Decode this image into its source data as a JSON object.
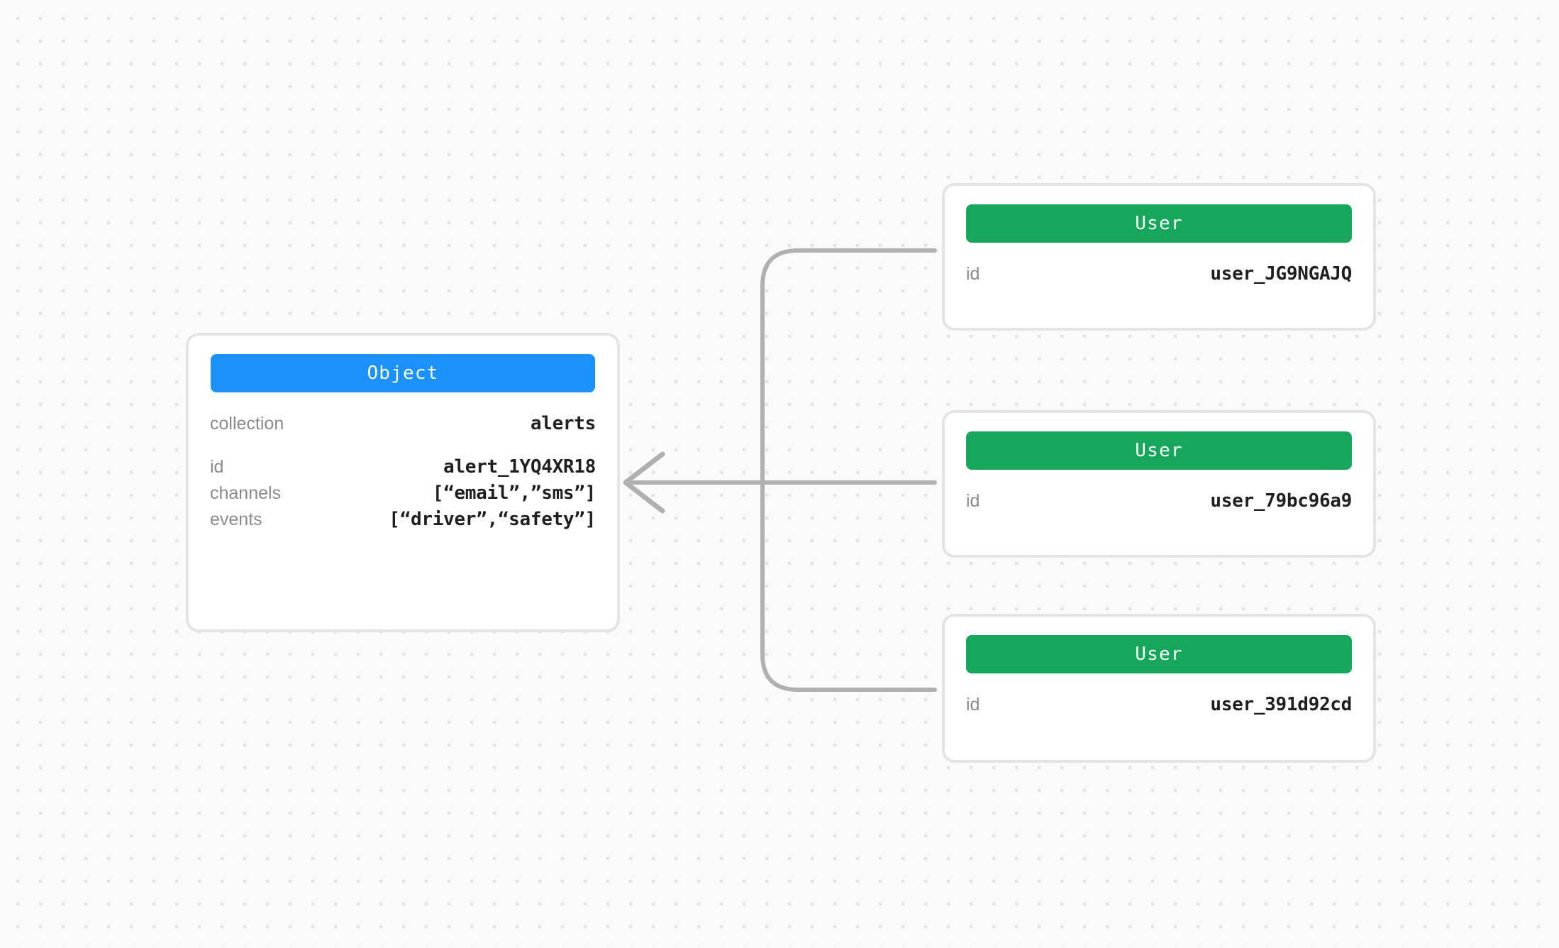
{
  "canvas": {
    "background_color": "#fafafa",
    "dot_color": "#e2e2e2",
    "edge_color": "#b0b0b0",
    "card_border_color": "#e4e4e4"
  },
  "nodes": {
    "object": {
      "type_label": "Object",
      "accent_color": "#1a91fc",
      "primary": [
        {
          "key": "collection",
          "value": "alerts"
        }
      ],
      "fields": [
        {
          "key": "id",
          "value": "alert_1YQ4XR18"
        },
        {
          "key": "channels",
          "value": "[“email”,”sms”]"
        },
        {
          "key": "events",
          "value": "[“driver”,“safety”]"
        }
      ]
    },
    "users": [
      {
        "type_label": "User",
        "accent_color": "#16a75c",
        "fields": [
          {
            "key": "id",
            "value": "user_JG9NGAJQ"
          }
        ]
      },
      {
        "type_label": "User",
        "accent_color": "#16a75c",
        "fields": [
          {
            "key": "id",
            "value": "user_79bc96a9"
          }
        ]
      },
      {
        "type_label": "User",
        "accent_color": "#16a75c",
        "fields": [
          {
            "key": "id",
            "value": "user_391d92cd"
          }
        ]
      }
    ]
  },
  "edges": [
    {
      "from": "user-0",
      "to": "object",
      "arrow": true
    },
    {
      "from": "user-1",
      "to": "object",
      "arrow": true
    },
    {
      "from": "user-2",
      "to": "object",
      "arrow": true
    }
  ]
}
